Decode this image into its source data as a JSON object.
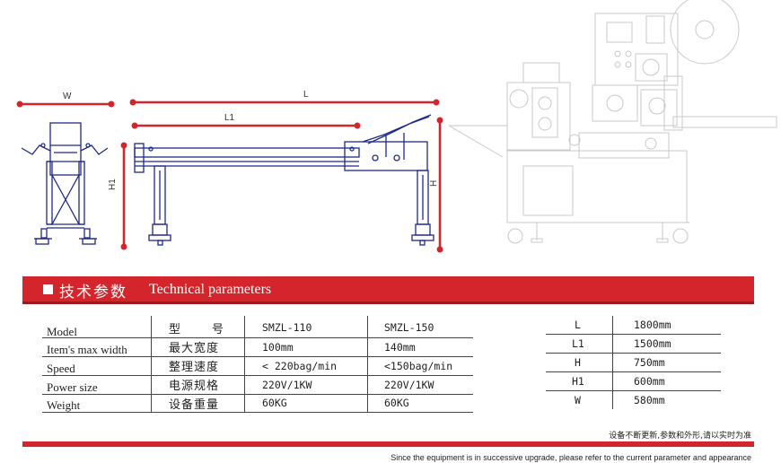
{
  "dimensions": {
    "w_label": "W",
    "l_label": "L",
    "l1_label": "L1",
    "h1_label": "H1",
    "h_label": "H"
  },
  "section": {
    "title_cn": "技术参数",
    "title_en": "Technical parameters"
  },
  "params_table": {
    "columns_cn": [
      "型",
      "号"
    ],
    "models": [
      "SMZL-110",
      "SMZL-150"
    ],
    "rows": [
      {
        "en": "Model",
        "cn": "",
        "v1": "",
        "v2": ""
      },
      {
        "en": "Item's max width",
        "cn": "最大宽度",
        "v1": "100mm",
        "v2": "140mm"
      },
      {
        "en": "Speed",
        "cn": "整理速度",
        "v1": "< 220bag/min",
        "v2": "<150bag/min"
      },
      {
        "en": "Power size",
        "cn": "电源规格",
        "v1": "220V/1KW",
        "v2": "220V/1KW"
      },
      {
        "en": "Weight",
        "cn": "设备重量",
        "v1": "60KG",
        "v2": "60KG"
      }
    ]
  },
  "dim_table": [
    {
      "k": "L",
      "v": "1800mm"
    },
    {
      "k": "L1",
      "v": "1500mm"
    },
    {
      "k": "H",
      "v": "750mm"
    },
    {
      "k": "H1",
      "v": "600mm"
    },
    {
      "k": "W",
      "v": "580mm"
    }
  ],
  "notes": {
    "cn": "设备不断更新,参数和外形,请以实时为准",
    "en": "Since the equipment is in successive upgrade, please refer to the current parameter and appearance"
  },
  "colors": {
    "accent": "#d3252b",
    "drawing": "#1e2a8a"
  }
}
